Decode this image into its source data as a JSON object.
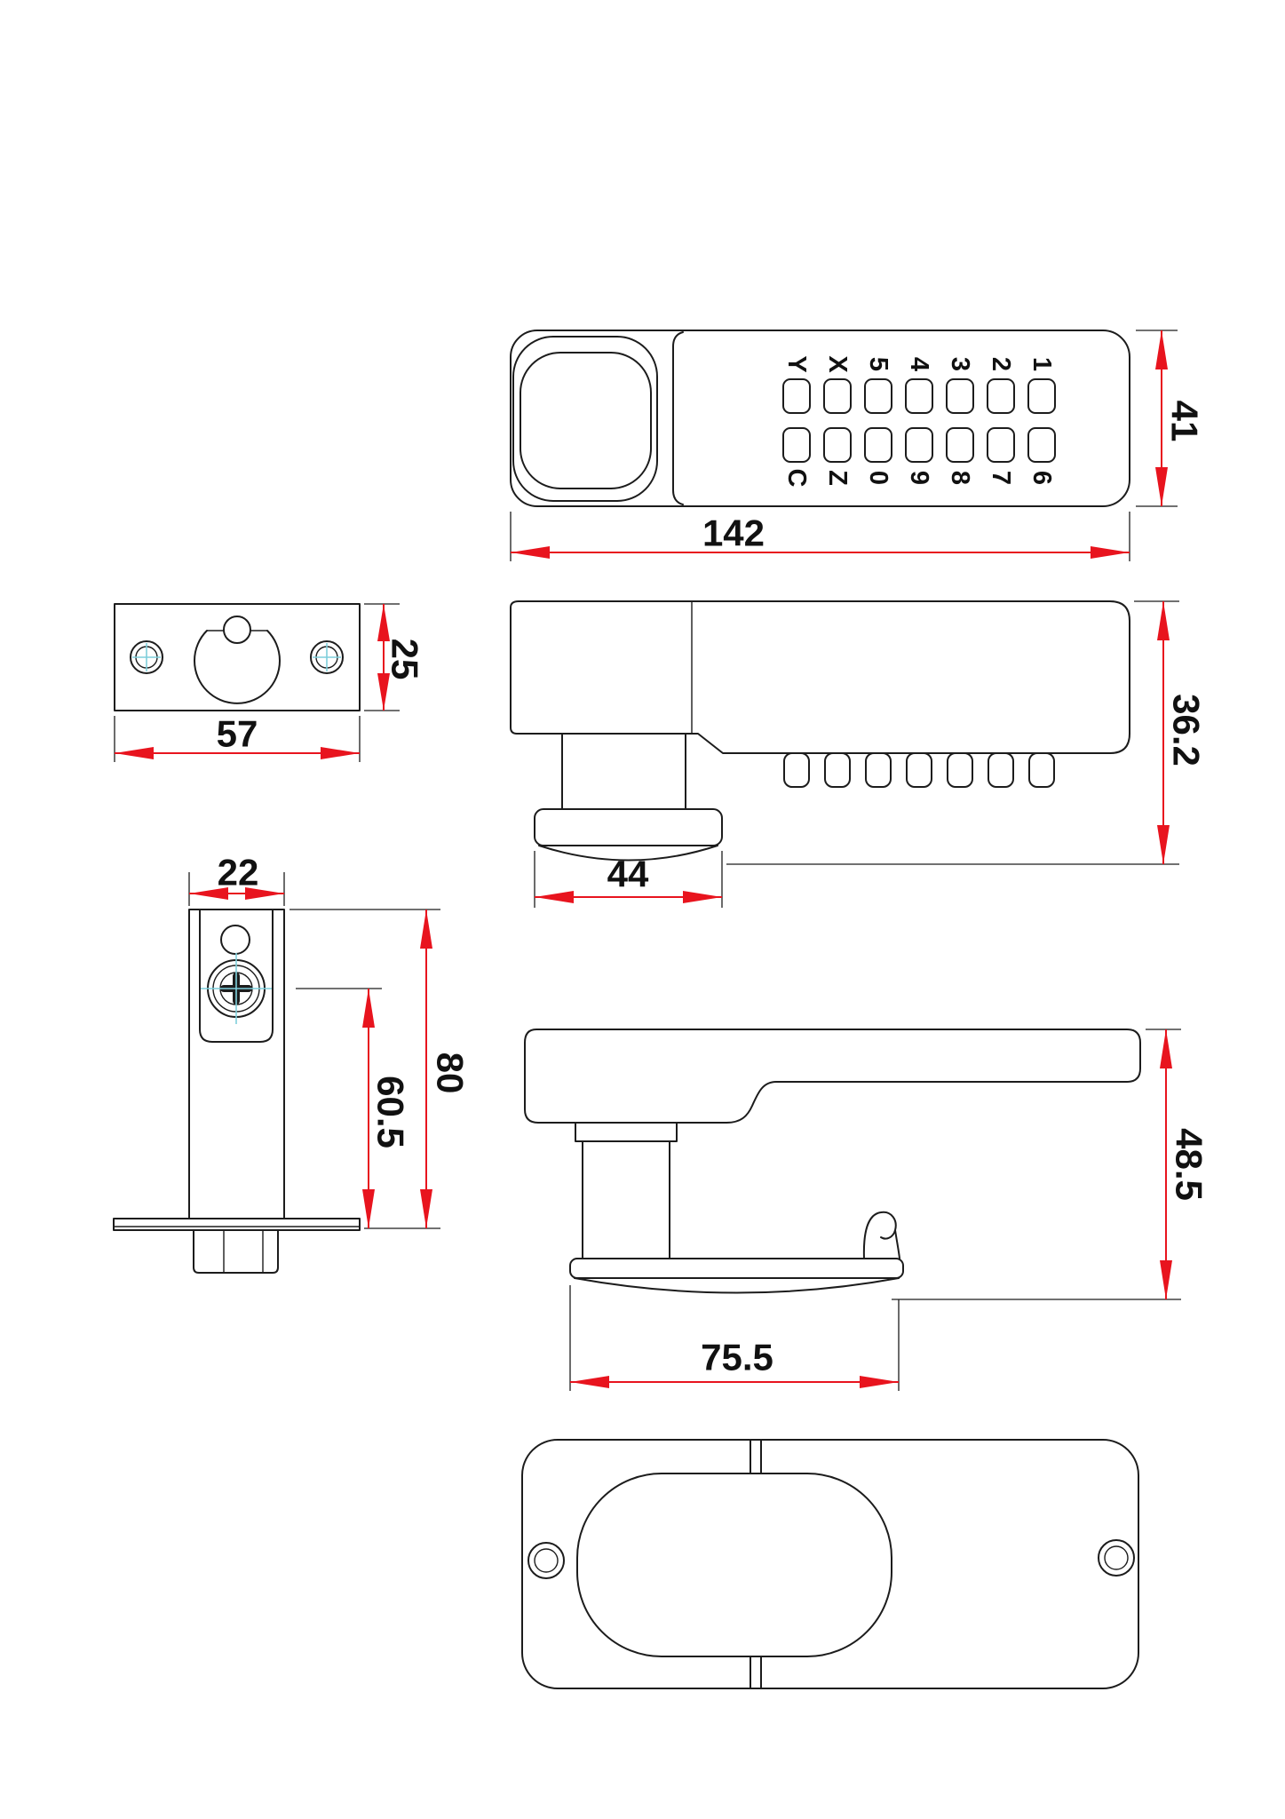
{
  "colors": {
    "background": "#ffffff",
    "outline_black": "#1c1c1c",
    "dimension_red": "#e8141e",
    "crosshair_cyan": "#7ecfdb",
    "text": "#111111"
  },
  "keypad": {
    "row_top": [
      "Y",
      "X",
      "5",
      "4",
      "3",
      "2",
      "1"
    ],
    "row_bottom": [
      "C",
      "Z",
      "0",
      "9",
      "8",
      "7",
      "6"
    ]
  },
  "dimensions": {
    "faceplate_length": "142",
    "faceplate_width": "41",
    "strike_width": "57",
    "strike_height": "25",
    "body_depth": "36.2",
    "knob_diameter": "44",
    "spindle_width": "22",
    "spindle_length": "80",
    "spindle_screw_offset": "60.5",
    "lever_depth": "48.5",
    "lever_length": "75.5"
  }
}
